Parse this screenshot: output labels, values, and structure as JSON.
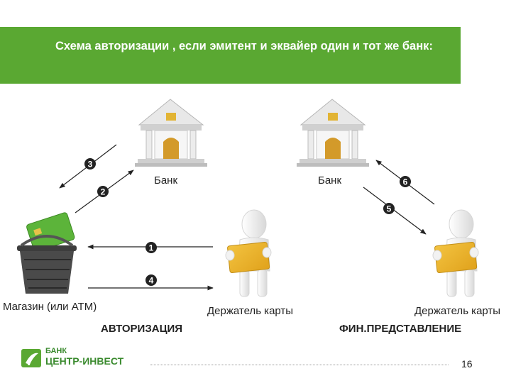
{
  "slide": {
    "title": "Схема авторизации , если эмитент и эквайер один и тот же банк:",
    "page_number": "16",
    "header_color": "#5aa832"
  },
  "diagram": {
    "bank_left_label": "Банк",
    "bank_right_label": "Банк",
    "shop_label": "Магазин (или АТМ)",
    "holder_left_label": "Держатель карты",
    "holder_right_label": "Держатель карты",
    "section_left": "АВТОРИЗАЦИЯ",
    "section_right": "ФИН.ПРЕДСТАВЛЕНИЕ",
    "steps": [
      "1",
      "2",
      "3",
      "4",
      "5",
      "6"
    ],
    "icons": [
      "bank-building-icon",
      "shopping-basket-icon",
      "credit-card-icon",
      "person-holding-card-icon",
      "bank-logo-icon"
    ]
  },
  "logo": {
    "line1": "БАНК",
    "line2": "ЦЕНТР-ИНВЕСТ",
    "color": "#3a8a2e"
  }
}
